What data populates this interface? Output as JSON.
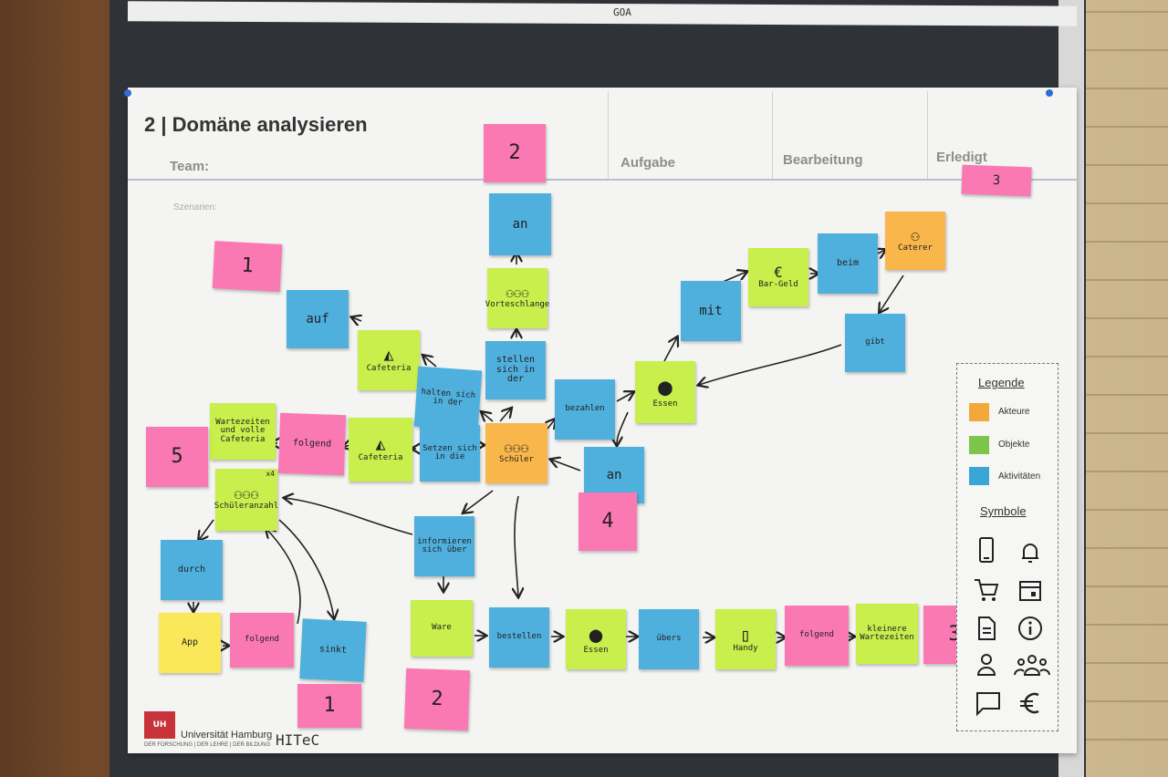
{
  "top_label": "GOA",
  "title": "2 | Domäne analysieren",
  "columns": {
    "team": "Team:",
    "aufgabe": "Aufgabe",
    "bearbeitung": "Bearbeitung",
    "erledigt": "Erledigt"
  },
  "szenarien": "Szenarien:",
  "notes": {
    "pink_2_top": "2",
    "pink_3_top": "3",
    "pink_1_left": "1",
    "pink_5": "5",
    "pink_4": "4",
    "pink_1_bottom": "1",
    "pink_2_bottom": "2",
    "pink_3_bottom": "3",
    "an_top": "an",
    "vorteschlange": "Vorteschlange",
    "stellen": "stellen sich in der",
    "auf": "auf",
    "cafeteria_1": "Cafeteria",
    "halten": "halten sich in der",
    "wartezeiten": "Wartezeiten und volle Cafeteria",
    "folgend_1": "folgend",
    "cafeteria_2": "Cafeteria",
    "setzen": "Setzen sich in die",
    "schueler": "Schüler",
    "bezahlen": "bezahlen",
    "an_mid": "an",
    "essen_1": "Essen",
    "mit": "mit",
    "bargeld": "Bar-Geld",
    "beim": "beim",
    "caterer": "Caterer",
    "gibt": "gibt",
    "schueleranzahl": "Schüleranzahl",
    "x4": "x4",
    "durch": "durch",
    "app": "App",
    "folgend_2": "folgend",
    "sinkt": "sinkt",
    "informieren": "informieren sich über",
    "ware": "Ware",
    "bestellen": "bestellen",
    "essen_2": "Essen",
    "uebers": "übers",
    "handy": "Handy",
    "folgend_3": "folgend",
    "kleinere": "kleinere Wartezeiten"
  },
  "legend": {
    "title": "Legende",
    "items": [
      {
        "label": "Akteure",
        "color": "#f2a83a"
      },
      {
        "label": "Objekte",
        "color": "#7cc44a"
      },
      {
        "label": "Aktivitäten",
        "color": "#3aa6d6"
      }
    ],
    "symbols_title": "Symbole",
    "symbols": [
      "phone-icon",
      "bell-icon",
      "cart-icon",
      "calendar-icon",
      "document-icon",
      "info-icon",
      "person-icon",
      "group-icon",
      "chat-icon",
      "euro-icon"
    ]
  },
  "footer": {
    "logo": "UH",
    "university": "Universität Hamburg",
    "tagline": "DER FORSCHUNG | DER LEHRE | DER BILDUNG",
    "signature": "HITeC"
  }
}
